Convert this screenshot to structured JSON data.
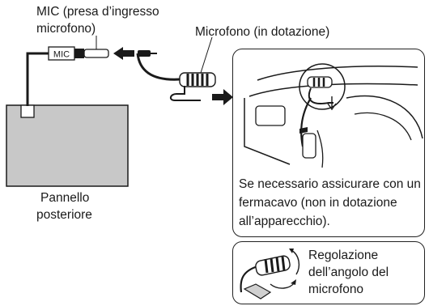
{
  "labels": {
    "mic_jack_line1": "MIC (presa d’ingresso",
    "mic_jack_line2": "microfono)",
    "microphone_supplied": "Microfono (in dotazione)",
    "rear_panel_line1": "Pannello",
    "rear_panel_line2": "posteriore",
    "jack_tag": "MIC"
  },
  "note_box": {
    "line1": "Se necessario assicurare con un",
    "line2": "fermacavo (non in dotazione",
    "line3": "all’apparecchio)."
  },
  "adjust_box": {
    "line1": "Regolazione",
    "line2": "dell’angolo del",
    "line3": "microfono"
  },
  "colors": {
    "panel_fill": "#c8c8c8",
    "line": "#1a1a1a"
  }
}
